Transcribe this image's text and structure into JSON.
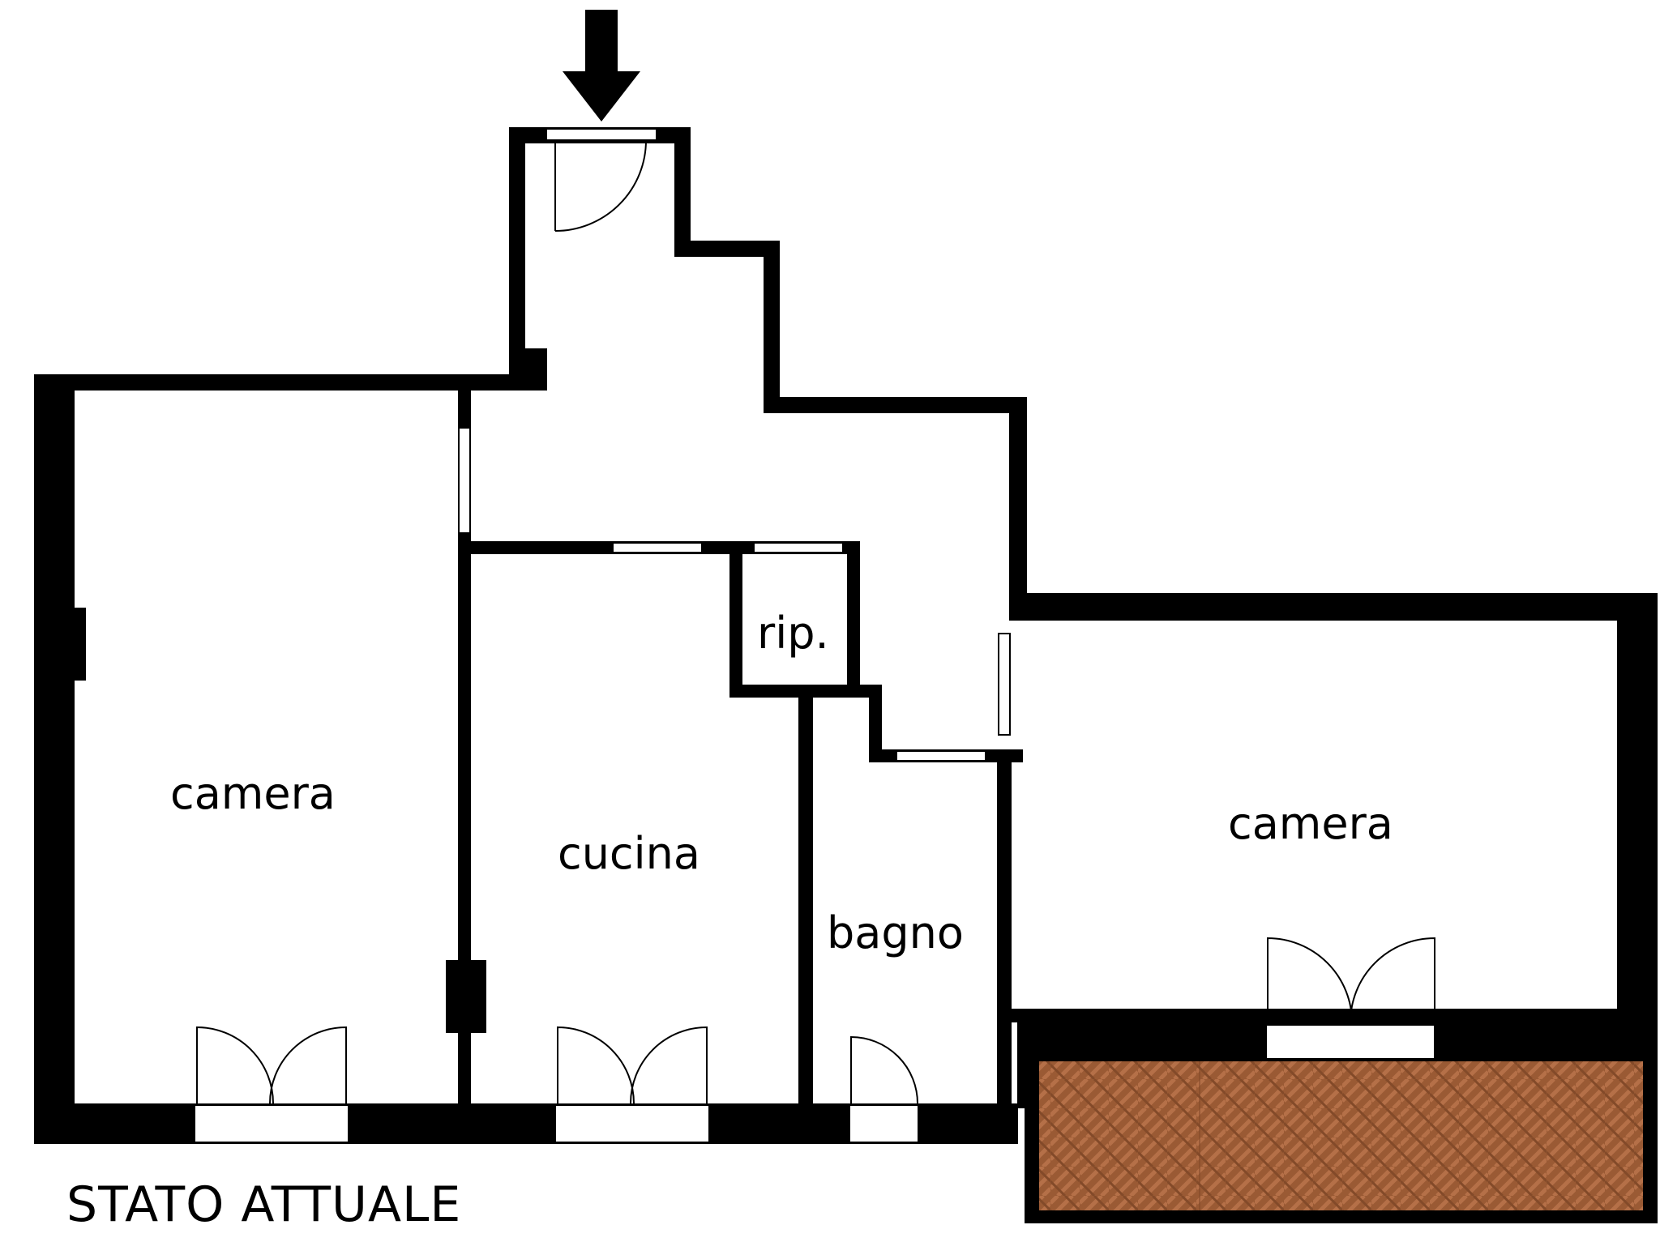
{
  "colors": {
    "wall": "#000000",
    "floor": "#ffffff",
    "terrace": "#9a5a34",
    "terrace_pattern": "#b06a42"
  },
  "rooms": {
    "camera_left": "camera",
    "cucina": "cucina",
    "ripostiglio": "rip.",
    "bagno": "bagno",
    "camera_right": "camera"
  },
  "title": "STATO ATTUALE",
  "entrance_icon": "entrance-arrow-icon"
}
